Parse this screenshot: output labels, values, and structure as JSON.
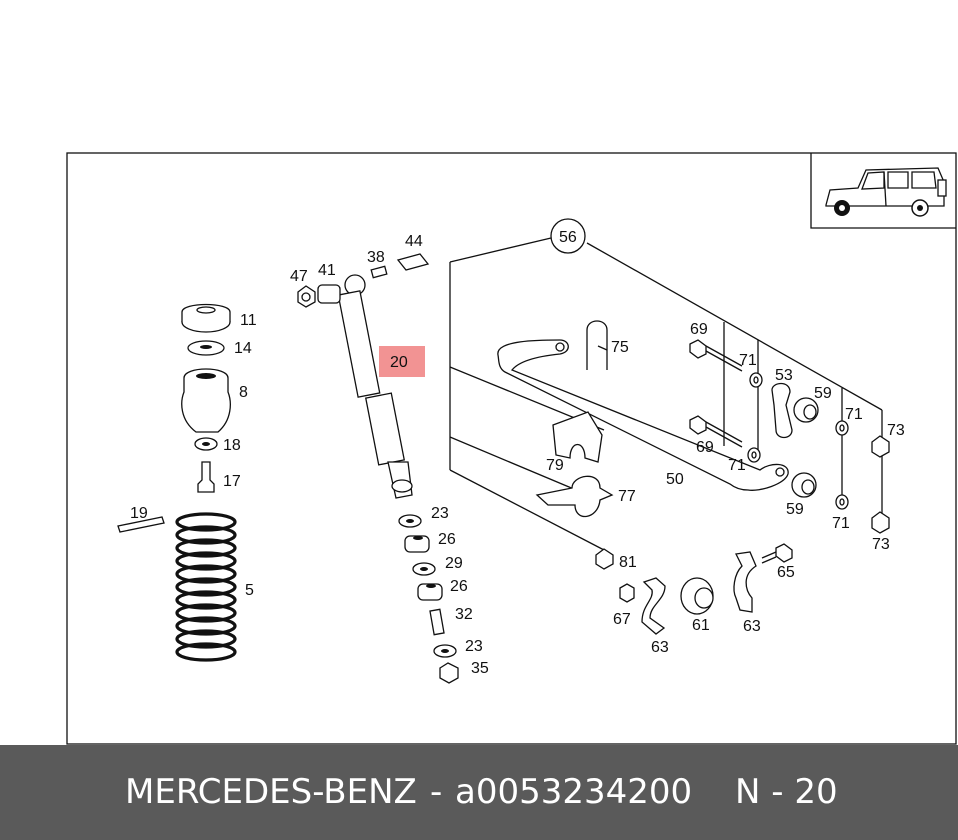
{
  "labels": {
    "c56": "56",
    "p75": "75",
    "p69a": "69",
    "p71a": "71",
    "p53": "53",
    "p59a": "59",
    "p71b": "71",
    "p73a": "73",
    "p69b": "69",
    "p71c": "71",
    "p50": "50",
    "p59b": "59",
    "p71d": "71",
    "p73b": "73",
    "p79": "79",
    "p77": "77",
    "p81": "81",
    "p65": "65",
    "p67": "67",
    "p61": "61",
    "p63a": "63",
    "p63b": "63",
    "p47": "47",
    "p41": "41",
    "p38": "38",
    "p44": "44",
    "p20": "20",
    "p11": "11",
    "p14": "14",
    "p8": "8",
    "p18": "18",
    "p17": "17",
    "p19": "19",
    "p5": "5",
    "p23a": "23",
    "p26a": "26",
    "p29": "29",
    "p26b": "26",
    "p32": "32",
    "p23b": "23",
    "p35": "35"
  },
  "highlight_color": "#f08080",
  "footer": {
    "brand": "MERCEDES-BENZ",
    "separator": "-",
    "part_number": "a0053234200",
    "position": "N - 20"
  }
}
